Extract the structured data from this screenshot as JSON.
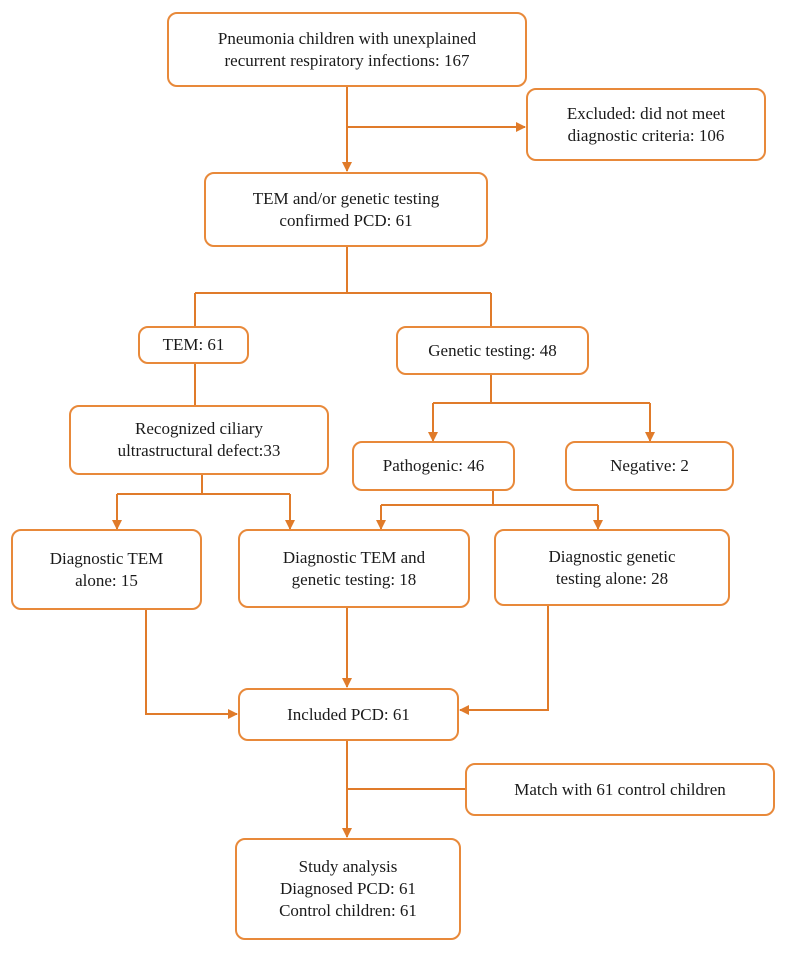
{
  "colors": {
    "border": "#e8893a",
    "arrow": "#e07b2a",
    "text": "#1a1a1a"
  },
  "boxes": {
    "start": [
      "Pneumonia children with unexplained",
      "recurrent respiratory infections: 167"
    ],
    "excluded": [
      "Excluded: did not meet",
      "diagnostic criteria: 106"
    ],
    "confirmed": [
      "TEM and/or genetic testing",
      "confirmed PCD: 61"
    ],
    "tem": [
      "TEM: 61"
    ],
    "genetic": [
      "Genetic testing: 48"
    ],
    "ciliary": [
      "Recognized ciliary",
      "ultrastructural defect:33"
    ],
    "pathogenic": [
      "Pathogenic: 46"
    ],
    "negative": [
      "Negative: 2"
    ],
    "tem_alone": [
      "Diagnostic TEM",
      "alone: 15"
    ],
    "tem_genetic": [
      "Diagnostic TEM and",
      "genetic testing: 18"
    ],
    "genetic_alone": [
      "Diagnostic genetic",
      "testing alone: 28"
    ],
    "included": [
      "Included PCD: 61"
    ],
    "match": [
      "Match with 61 control children"
    ],
    "study": [
      "Study analysis",
      "Diagnosed PCD: 61",
      "Control children: 61"
    ]
  }
}
